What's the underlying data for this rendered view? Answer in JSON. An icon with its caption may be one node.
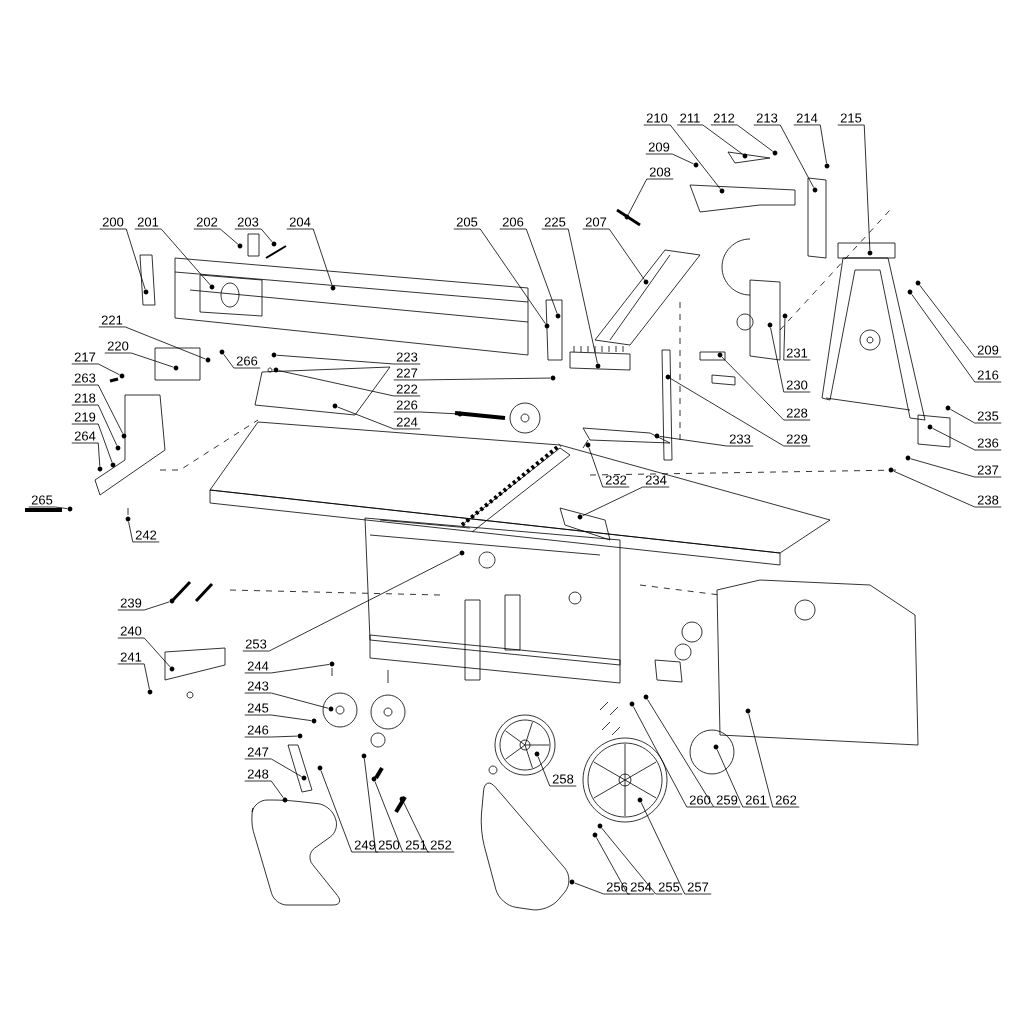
{
  "diagram": {
    "nodes": [
      {
        "text": [
          "200"
        ]
      },
      {
        "text": [
          "201"
        ]
      },
      {
        "text": [
          "202"
        ]
      },
      {
        "text": [
          "203"
        ]
      },
      {
        "text": [
          "204"
        ]
      },
      {
        "text": [
          "205"
        ]
      },
      {
        "text": [
          "206"
        ]
      },
      {
        "text": [
          "225"
        ]
      },
      {
        "text": [
          "207"
        ]
      },
      {
        "text": [
          "208"
        ]
      },
      {
        "text": [
          "209"
        ]
      },
      {
        "text": [
          "210"
        ]
      },
      {
        "text": [
          "211"
        ]
      },
      {
        "text": [
          "212"
        ]
      },
      {
        "text": [
          "213"
        ]
      },
      {
        "text": [
          "214"
        ]
      },
      {
        "text": [
          "215"
        ]
      },
      {
        "text": [
          "209"
        ]
      },
      {
        "text": [
          "216"
        ]
      },
      {
        "text": [
          "235"
        ]
      },
      {
        "text": [
          "236"
        ]
      },
      {
        "text": [
          "237"
        ]
      },
      {
        "text": [
          "238"
        ]
      },
      {
        "text": [
          "231"
        ]
      },
      {
        "text": [
          "230"
        ]
      },
      {
        "text": [
          "228"
        ]
      },
      {
        "text": [
          "229"
        ]
      },
      {
        "text": [
          "233"
        ]
      },
      {
        "text": [
          "232"
        ]
      },
      {
        "text": [
          "234"
        ]
      },
      {
        "text": [
          "221"
        ]
      },
      {
        "text": [
          "220"
        ]
      },
      {
        "text": [
          "266"
        ]
      },
      {
        "text": [
          "217"
        ]
      },
      {
        "text": [
          "263"
        ]
      },
      {
        "text": [
          "218"
        ]
      },
      {
        "text": [
          "219"
        ]
      },
      {
        "text": [
          "264"
        ]
      },
      {
        "text": [
          "265"
        ]
      },
      {
        "text": [
          "242"
        ]
      },
      {
        "text": [
          "223"
        ]
      },
      {
        "text": [
          "227"
        ]
      },
      {
        "text": [
          "222"
        ]
      },
      {
        "text": [
          "226"
        ]
      },
      {
        "text": [
          "224"
        ]
      },
      {
        "text": [
          "239"
        ]
      },
      {
        "text": [
          "240"
        ]
      },
      {
        "text": [
          "241"
        ]
      },
      {
        "text": [
          "253"
        ]
      },
      {
        "text": [
          "244"
        ]
      },
      {
        "text": [
          "243"
        ]
      },
      {
        "text": [
          "245"
        ]
      },
      {
        "text": [
          "246"
        ]
      },
      {
        "text": [
          "247"
        ]
      },
      {
        "text": [
          "248"
        ]
      },
      {
        "text": [
          "249"
        ]
      },
      {
        "text": [
          "250"
        ]
      },
      {
        "text": [
          "251"
        ]
      },
      {
        "text": [
          "252"
        ]
      },
      {
        "text": [
          "258"
        ]
      },
      {
        "text": [
          "260"
        ]
      },
      {
        "text": [
          "259"
        ]
      },
      {
        "text": [
          "261"
        ]
      },
      {
        "text": [
          "262"
        ]
      },
      {
        "text": [
          "256"
        ]
      },
      {
        "text": [
          "254"
        ]
      },
      {
        "text": [
          "255"
        ]
      },
      {
        "text": [
          "257"
        ]
      },
      {
        "text": [],
        "shape": "circle"
      },
      {
        "text": [],
        "shape": "circle"
      },
      {
        "text": [],
        "shape": "circle"
      },
      {
        "text": [],
        "shape": "circle"
      },
      {
        "text": [],
        "shape": "circle"
      },
      {
        "text": [],
        "shape": "circle"
      },
      {
        "text": [],
        "shape": "circle"
      },
      {
        "text": [],
        "shape": "circle"
      },
      {
        "text": [],
        "shape": "circle"
      },
      {
        "text": [],
        "shape": "circle"
      },
      {
        "text": [],
        "shape": "circle"
      },
      {
        "text": [],
        "shape": "circle"
      },
      {
        "text": [],
        "shape": "circle"
      },
      {
        "text": [],
        "shape": "circle"
      },
      {
        "text": [],
        "shape": "circle"
      },
      {
        "text": [],
        "shape": "circle"
      },
      {
        "text": [],
        "shape": "circle"
      },
      {
        "text": [],
        "shape": "circle"
      },
      {
        "text": [],
        "shape": "circle"
      },
      {
        "text": [],
        "shape": "circle"
      },
      {
        "text": [],
        "shape": "circle"
      },
      {
        "text": [],
        "shape": "circle"
      },
      {
        "text": [],
        "shape": "circle"
      },
      {
        "text": [],
        "shape": "circle"
      },
      {
        "text": [],
        "shape": "circle"
      },
      {
        "text": [],
        "shape": "circle"
      },
      {
        "text": [],
        "shape": "circle"
      },
      {
        "text": [],
        "shape": "circle"
      },
      {
        "text": [],
        "shape": "circle"
      },
      {
        "text": [],
        "shape": "circle"
      },
      {
        "text": [],
        "shape": "circle"
      },
      {
        "text": [],
        "shape": "circle"
      },
      {
        "text": [],
        "shape": "circle"
      },
      {
        "text": [],
        "shape": "circle"
      },
      {
        "text": [],
        "shape": "circle"
      },
      {
        "text": [],
        "shape": "circle"
      },
      {
        "text": [],
        "shape": "circle"
      },
      {
        "text": [],
        "shape": "circle"
      },
      {
        "text": [],
        "shape": "circle"
      },
      {
        "text": [],
        "shape": "circle"
      },
      {
        "text": [],
        "shape": "circle"
      },
      {
        "text": [],
        "shape": "circle"
      },
      {
        "text": [],
        "shape": "circle"
      },
      {
        "text": [],
        "shape": "circle"
      },
      {
        "text": [],
        "shape": "circle"
      },
      {
        "text": [],
        "shape": "circle"
      },
      {
        "text": [],
        "shape": "circle"
      },
      {
        "text": [],
        "shape": "circle"
      },
      {
        "text": [],
        "shape": "circle"
      },
      {
        "text": [],
        "shape": "circle"
      },
      {
        "text": [],
        "shape": "circle"
      },
      {
        "text": [],
        "shape": "circle"
      },
      {
        "text": [],
        "shape": "circle"
      },
      {
        "text": [],
        "shape": "circle"
      },
      {
        "text": [],
        "shape": "circle"
      },
      {
        "text": [],
        "shape": "circle"
      },
      {
        "text": [],
        "shape": "circle"
      },
      {
        "text": [],
        "shape": "circle"
      },
      {
        "text": [],
        "shape": "circle"
      },
      {
        "text": [],
        "shape": "circle"
      },
      {
        "text": [],
        "shape": "circle"
      },
      {
        "text": [],
        "shape": "circle"
      },
      {
        "text": [],
        "shape": "circle"
      },
      {
        "text": [],
        "shape": "circle"
      },
      {
        "text": [],
        "shape": "circle"
      },
      {
        "text": [],
        "shape": "circle"
      },
      {
        "text": [],
        "shape": "circle"
      },
      {
        "text": [],
        "shape": "circle"
      }
    ],
    "edges": [
      {
        "from": 0,
        "to": 68,
        "arrow": "none"
      },
      {
        "from": 1,
        "to": 69,
        "arrow": "none"
      },
      {
        "from": 2,
        "to": 70,
        "arrow": "none"
      },
      {
        "from": 3,
        "to": 71,
        "arrow": "none"
      },
      {
        "from": 4,
        "to": 72,
        "arrow": "none"
      },
      {
        "from": 5,
        "to": 73,
        "arrow": "none"
      },
      {
        "from": 6,
        "to": 74,
        "arrow": "none"
      },
      {
        "from": 7,
        "to": 75,
        "arrow": "none"
      },
      {
        "from": 8,
        "to": 76,
        "arrow": "none"
      },
      {
        "from": 9,
        "to": 77,
        "arrow": "none"
      },
      {
        "from": 10,
        "to": 78,
        "arrow": "none"
      },
      {
        "from": 11,
        "to": 79,
        "arrow": "none"
      },
      {
        "from": 12,
        "to": 80,
        "arrow": "none"
      },
      {
        "from": 13,
        "to": 81,
        "arrow": "none"
      },
      {
        "from": 14,
        "to": 82,
        "arrow": "none"
      },
      {
        "from": 15,
        "to": 83,
        "arrow": "none"
      },
      {
        "from": 16,
        "to": 84,
        "arrow": "none"
      },
      {
        "from": 17,
        "to": 85,
        "arrow": "none"
      },
      {
        "from": 18,
        "to": 86,
        "arrow": "none"
      },
      {
        "from": 19,
        "to": 87,
        "arrow": "none"
      },
      {
        "from": 20,
        "to": 88,
        "arrow": "none"
      },
      {
        "from": 21,
        "to": 89,
        "arrow": "none"
      },
      {
        "from": 22,
        "to": 90,
        "arrow": "none"
      },
      {
        "from": 23,
        "to": 91,
        "arrow": "none"
      },
      {
        "from": 24,
        "to": 92,
        "arrow": "none"
      },
      {
        "from": 25,
        "to": 93,
        "arrow": "none"
      },
      {
        "from": 26,
        "to": 94,
        "arrow": "none"
      },
      {
        "from": 27,
        "to": 95,
        "arrow": "none"
      },
      {
        "from": 28,
        "to": 96,
        "arrow": "none"
      },
      {
        "from": 29,
        "to": 97,
        "arrow": "none"
      },
      {
        "from": 30,
        "to": 98,
        "arrow": "none"
      },
      {
        "from": 31,
        "to": 99,
        "arrow": "none"
      },
      {
        "from": 32,
        "to": 100,
        "arrow": "none"
      },
      {
        "from": 33,
        "to": 101,
        "arrow": "none"
      },
      {
        "from": 34,
        "to": 102,
        "arrow": "none"
      },
      {
        "from": 35,
        "to": 103,
        "arrow": "none"
      },
      {
        "from": 36,
        "to": 104,
        "arrow": "none"
      },
      {
        "from": 37,
        "to": 105,
        "arrow": "none"
      },
      {
        "from": 38,
        "to": 106,
        "arrow": "none"
      },
      {
        "from": 39,
        "to": 107,
        "arrow": "none"
      },
      {
        "from": 40,
        "to": 108,
        "arrow": "none"
      },
      {
        "from": 41,
        "to": 109,
        "arrow": "none"
      },
      {
        "from": 42,
        "to": 110,
        "arrow": "none"
      },
      {
        "from": 43,
        "to": 111,
        "arrow": "none"
      },
      {
        "from": 44,
        "to": 112,
        "arrow": "none"
      },
      {
        "from": 45,
        "to": 113,
        "arrow": "none"
      },
      {
        "from": 46,
        "to": 114,
        "arrow": "none"
      },
      {
        "from": 47,
        "to": 115,
        "arrow": "none"
      },
      {
        "from": 48,
        "to": 116,
        "arrow": "none"
      },
      {
        "from": 49,
        "to": 117,
        "arrow": "none"
      },
      {
        "from": 50,
        "to": 118,
        "arrow": "none"
      },
      {
        "from": 51,
        "to": 119,
        "arrow": "none"
      },
      {
        "from": 52,
        "to": 120,
        "arrow": "none"
      },
      {
        "from": 53,
        "to": 121,
        "arrow": "none"
      },
      {
        "from": 54,
        "to": 122,
        "arrow": "none"
      },
      {
        "from": 55,
        "to": 123,
        "arrow": "none"
      },
      {
        "from": 56,
        "to": 124,
        "arrow": "none"
      },
      {
        "from": 57,
        "to": 125,
        "arrow": "none"
      },
      {
        "from": 58,
        "to": 126,
        "arrow": "none"
      },
      {
        "from": 59,
        "to": 127,
        "arrow": "none"
      },
      {
        "from": 60,
        "to": 128,
        "arrow": "none"
      },
      {
        "from": 61,
        "to": 129,
        "arrow": "none"
      },
      {
        "from": 62,
        "to": 130,
        "arrow": "none"
      },
      {
        "from": 63,
        "to": 131,
        "arrow": "none"
      },
      {
        "from": 64,
        "to": 132,
        "arrow": "none"
      },
      {
        "from": 65,
        "to": 133,
        "arrow": "none"
      },
      {
        "from": 66,
        "to": 134,
        "arrow": "none"
      },
      {
        "from": 67,
        "to": 135,
        "arrow": "none"
      }
    ]
  }
}
